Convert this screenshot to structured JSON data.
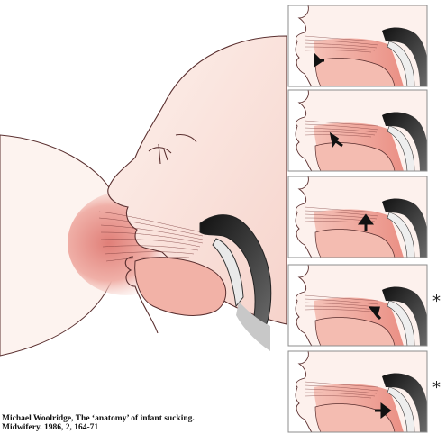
{
  "citation": {
    "line1": "Michael Woolridge, The ‘anatomy’ of infant sucking.",
    "line2": "Midwifery. 1986, 2, 164-71"
  },
  "markers": {
    "panel4": "*",
    "panel5": "*"
  },
  "panels": [
    {
      "label": "panel-1",
      "arrow": "front"
    },
    {
      "label": "panel-2",
      "arrow": "mid-front"
    },
    {
      "label": "panel-3",
      "arrow": "mid"
    },
    {
      "label": "panel-4",
      "arrow": "mid-back"
    },
    {
      "label": "panel-5",
      "arrow": "back"
    }
  ],
  "colors": {
    "skin": "#fbe9e3",
    "breast": "#f3cbc5",
    "areola": "#e98f86",
    "mouth_cavity": "#f4b9ae",
    "palate_dark": "#2a2a2a",
    "line": "#5a2f2f",
    "frame": "#8c8c8c"
  }
}
